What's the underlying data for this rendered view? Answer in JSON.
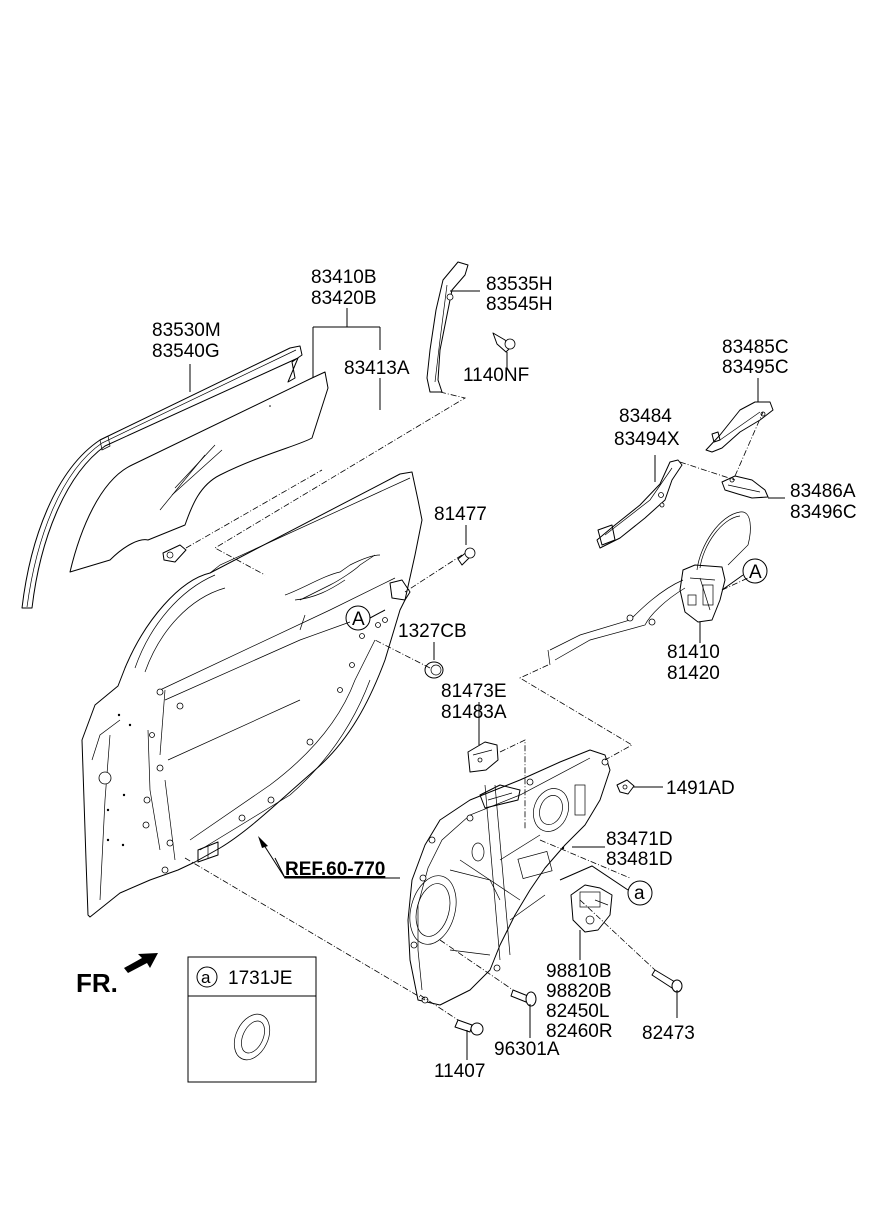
{
  "diagram": {
    "title": "Rear Door Glass, Regulator and Latch - Exploded Parts Diagram",
    "colors": {
      "line": "#000000",
      "background": "#ffffff"
    },
    "labels": {
      "glass_run": [
        "83530M",
        "83540G"
      ],
      "door_glass": [
        "83410B",
        "83420B"
      ],
      "glass_sub": "83413A",
      "channel": [
        "83535H",
        "83545H"
      ],
      "channel_bolt": "1140NF",
      "handle_outer": [
        "83485C",
        "83495C"
      ],
      "handle_base": [
        "83484",
        "83494X"
      ],
      "handle_cover": [
        "83486A",
        "83496C"
      ],
      "striker_bolt": "81477",
      "plug": "1327CB",
      "latch": [
        "81410",
        "81420"
      ],
      "latch_bracket": [
        "81473E",
        "81483A"
      ],
      "module_clip": "1491AD",
      "module_panel": [
        "83471D",
        "83481D"
      ],
      "motor": [
        "98810B",
        "98820B",
        "82450L",
        "82460R"
      ],
      "motor_bolt": "82473",
      "screw_a": "96301A",
      "screw_b": "11407",
      "reference": "REF.60-770",
      "front_indicator": "FR."
    },
    "callouts": {
      "A_upper": "A",
      "A_lower": "A",
      "a_panel": "a"
    },
    "legend_box": {
      "callout": "a",
      "part_number": "1731JE"
    }
  }
}
